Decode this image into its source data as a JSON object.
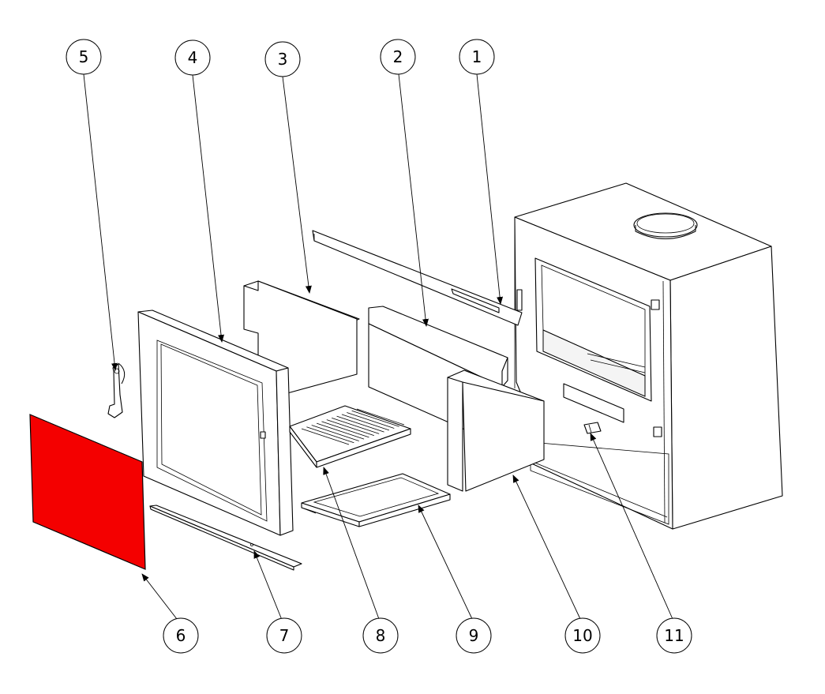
{
  "callouts": [
    {
      "label": "1"
    },
    {
      "label": "2"
    },
    {
      "label": "3"
    },
    {
      "label": "4"
    },
    {
      "label": "5"
    },
    {
      "label": "6"
    },
    {
      "label": "7"
    },
    {
      "label": "8"
    },
    {
      "label": "9"
    },
    {
      "label": "10"
    },
    {
      "label": "11"
    }
  ],
  "colors": {
    "highlight_part": "#f40000",
    "line": "#000000",
    "background": "#ffffff"
  }
}
